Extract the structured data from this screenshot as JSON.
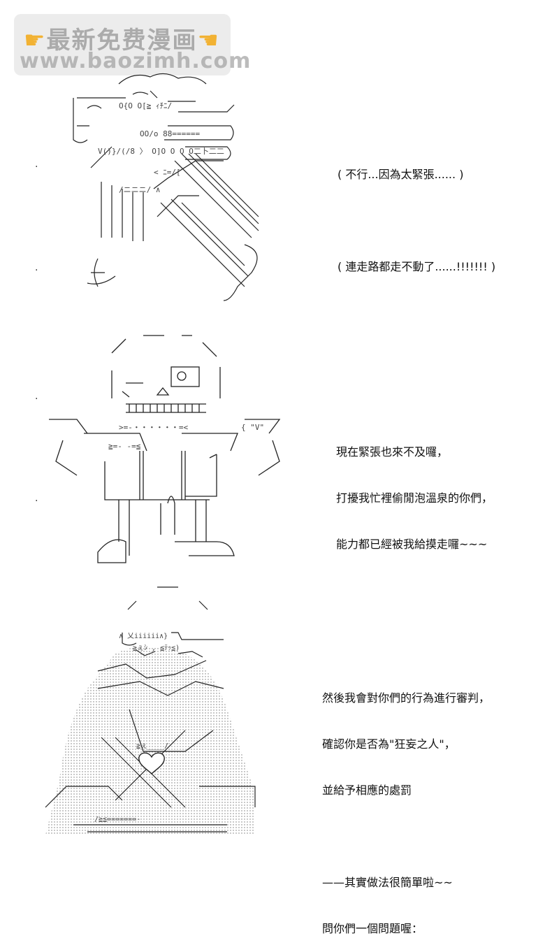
{
  "watermark": {
    "line1": "最新免费漫画",
    "line2": "www.baozimh.com",
    "icon": "pointing-finger-icon"
  },
  "panels": [
    {
      "id": "panel-1",
      "lines": [
        "( 不行...因為太緊張...... )",
        "",
        "( 連走路都走不動了......!!!!!!! )"
      ]
    },
    {
      "id": "panel-2",
      "lines": [
        "現在緊張也來不及囉，",
        "打擾我忙裡偷閒泡溫泉的你們，",
        "能力都已經被我給摸走囉~~~"
      ]
    },
    {
      "id": "panel-3",
      "lines": [
        "然後我會對你們的行為進行審判，",
        "確認你是否為\"狂妄之人\"，",
        "並給予相應的處罰",
        "",
        "——其實做法很簡單啦~~",
        "問你們一個問題喔："
      ]
    }
  ]
}
